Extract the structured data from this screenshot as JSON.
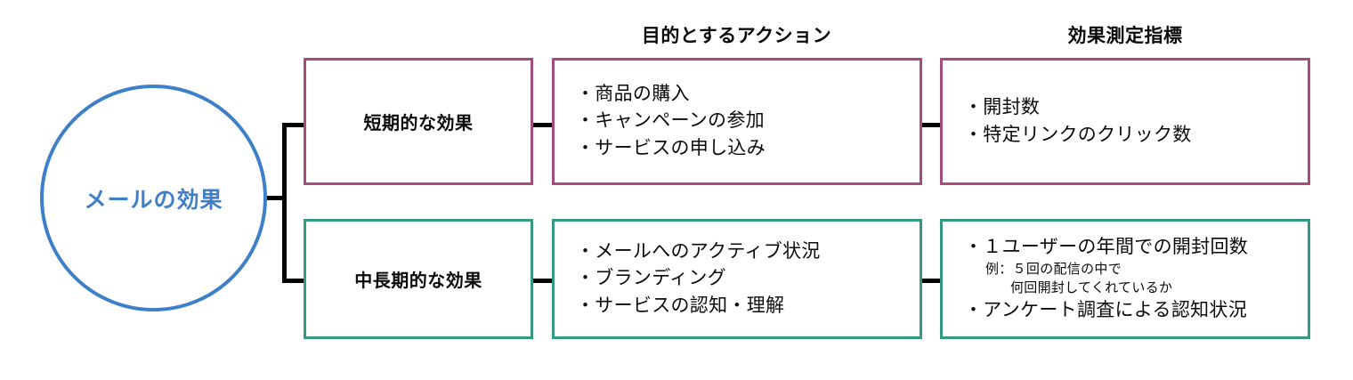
{
  "colors": {
    "short_term_border": "#a44c7c",
    "long_term_border": "#339980",
    "root_circle": "#3d7fc8",
    "connector": "#000000",
    "text": "#0b0b0b"
  },
  "headers": {
    "action_column": "目的とするアクション",
    "metric_column": "効果測定指標"
  },
  "root": {
    "label": "メールの効果"
  },
  "rows": [
    {
      "id": "short-term",
      "category": "短期的な効果",
      "actions": [
        "・商品の購入",
        "・キャンペーンの参加",
        "・サービスの申し込み"
      ],
      "metrics": [
        "・開封数",
        "・特定リンクのクリック数"
      ]
    },
    {
      "id": "long-term",
      "category": "中長期的な効果",
      "actions": [
        "・メールへのアクティブ状況",
        "・ブランディング",
        "・サービスの認知・理解"
      ],
      "metrics": [
        "・１ユーザーの年間での開封回数",
        "・アンケート調査による認知状況"
      ],
      "metric_notes": [
        "例：５回の配信の中で",
        "何回開封してくれているか"
      ]
    }
  ]
}
